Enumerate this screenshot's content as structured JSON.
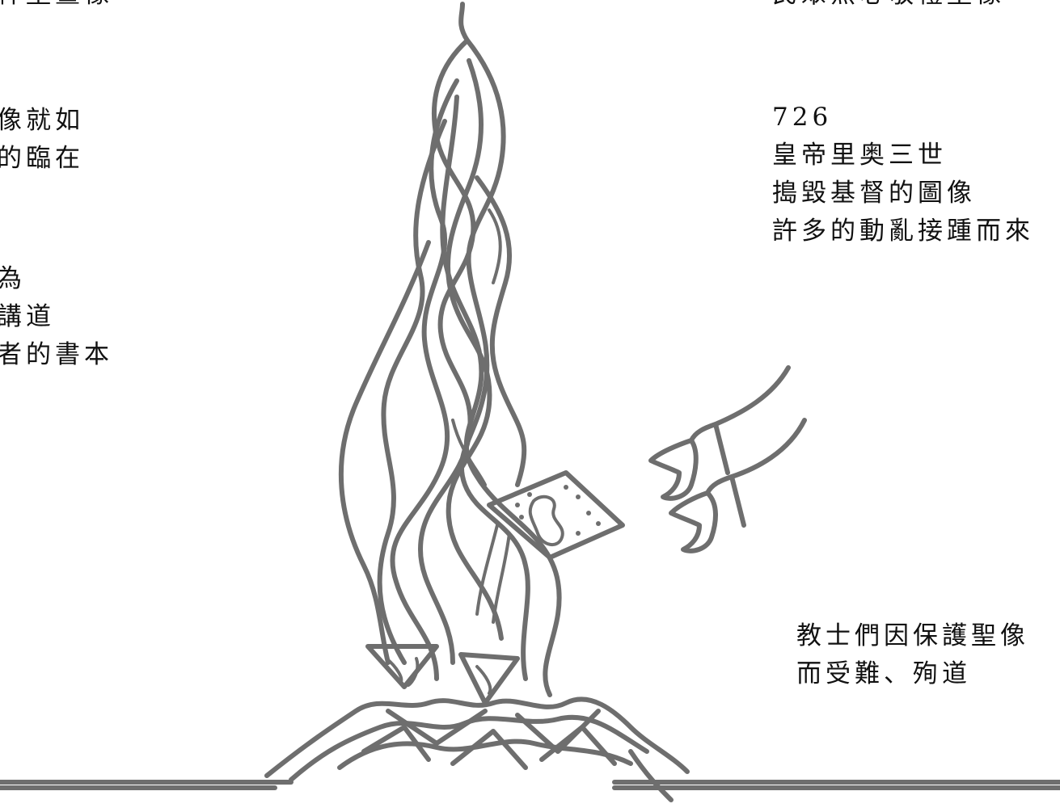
{
  "text_blocks": {
    "top_left": [
      "．神聖畫像"
    ],
    "holy_icon": [
      "聖像就如",
      "神的臨在"
    ],
    "icon_as_book": [
      "像為",
      "的講道",
      "盲者的書本"
    ],
    "top_right": [
      "民眾熱心敬禮聖像"
    ],
    "event_726": [
      "726",
      "皇帝里奥三世",
      "搗毀基督的圖像",
      "許多的動亂接踵而來"
    ],
    "clergy": [
      "教士們因保護聖像",
      "而受難、殉道"
    ]
  },
  "colors": {
    "ink": "#111111",
    "drawing_stroke": "#6e6e6e",
    "background": "#ffffff"
  },
  "icons": [
    "flame-drawing-icon",
    "falling-icon-drawing",
    "hammer-hands-icon",
    "broken-icons-pile-icon",
    "ground-line-icon"
  ]
}
